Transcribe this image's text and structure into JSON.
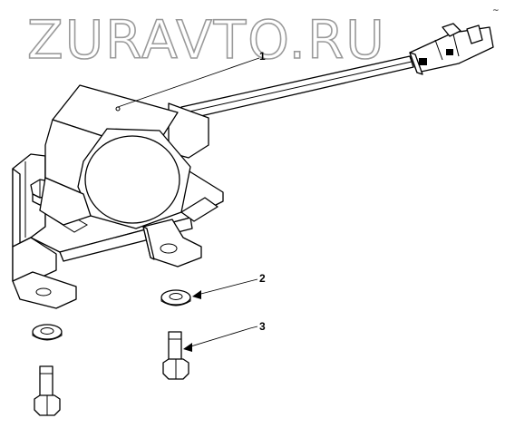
{
  "watermark": {
    "text": "ZURAVTO.RU"
  },
  "callouts": [
    {
      "id": "1",
      "label": "1"
    },
    {
      "id": "2",
      "label": "2"
    },
    {
      "id": "3",
      "label": "3"
    }
  ],
  "corner_mark": {
    "text": "~"
  },
  "colors": {
    "line": "#000000",
    "background": "#ffffff",
    "watermark_outline": "#9a9a9a"
  }
}
